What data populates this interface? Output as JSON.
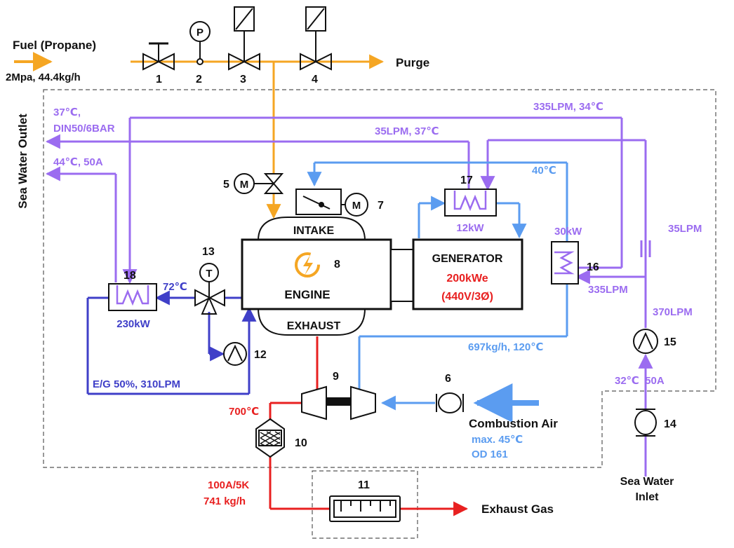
{
  "colors": {
    "fuel": "#f5a623",
    "sea_water": "#9b6cf0",
    "air": "#5b9cf0",
    "coolant": "#3f3fc8",
    "exhaust": "#e82020",
    "generator_rating": "#e82020"
  },
  "fuel": {
    "label": "Fuel (Propane)",
    "spec": "2Mpa, 44.4kg/h",
    "purge": "Purge"
  },
  "components": {
    "c1": "1",
    "c2": "2",
    "c3": "3",
    "c4": "4",
    "c5": "5",
    "c6": "6",
    "c7": "7",
    "c8": "8",
    "c9": "9",
    "c10": "10",
    "c11": "11",
    "c12": "12",
    "c13": "13",
    "c14": "14",
    "c15": "15",
    "c16": "16",
    "c17": "17",
    "c18": "18"
  },
  "symbols": {
    "pressure": "P",
    "motor": "M",
    "temperature": "T"
  },
  "engine": {
    "intake": "INTAKE",
    "label": "ENGINE",
    "exhaust": "EXHAUST"
  },
  "generator": {
    "label": "GENERATOR",
    "power": "200kWe",
    "voltage": "(440V/3Ø)"
  },
  "sea_water": {
    "outlet_label": "Sea Water Outlet",
    "outlet_temp_1": "37℃,",
    "outlet_spec_1": "DIN50/6BAR",
    "outlet_2": "44℃, 50A",
    "flow_17": "35LPM, 37℃",
    "flow_16": "335LPM, 34℃",
    "branch_35": "35LPM",
    "branch_335": "335LPM",
    "pump_flow": "370LPM",
    "inlet_spec": "32℃  50A",
    "inlet_label_1": "Sea Water",
    "inlet_label_2": "Inlet"
  },
  "heat_exchangers": {
    "hx17": "12kW",
    "hx16": "30kW",
    "hx18": "230kW"
  },
  "air": {
    "temp_40": "40℃",
    "charge": "697kg/h, 120℃",
    "combustion_air": "Combustion Air",
    "max_temp": "max. 45℃",
    "od": "OD 161"
  },
  "coolant": {
    "temp": "72℃",
    "flow": "E/G 50%, 310LPM"
  },
  "exhaust": {
    "temp": "700℃",
    "spec_1": "100A/5K",
    "spec_2": "741 kg/h",
    "exhaust_gas": "Exhaust Gas"
  }
}
